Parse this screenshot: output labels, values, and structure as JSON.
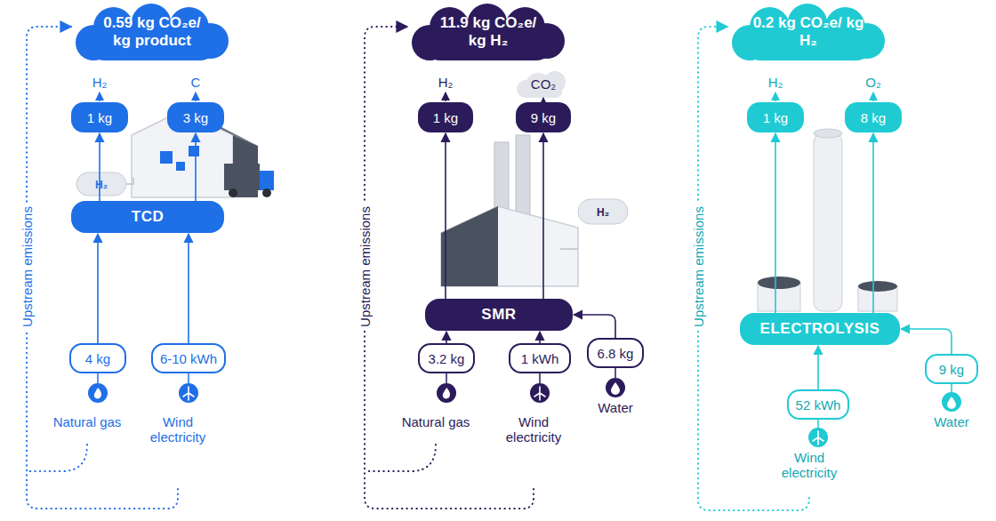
{
  "diagram": {
    "nodes": [
      {
        "text": [
          "0.59 kg CO₂e/ kg product"
        ]
      },
      {
        "text": [
          "1 kg"
        ]
      },
      {
        "text": [
          "3 kg"
        ]
      },
      {
        "text": [
          "TCD"
        ]
      },
      {
        "text": [
          "4 kg"
        ]
      },
      {
        "text": [
          "6-10 kWh"
        ]
      },
      {
        "text": [
          "11.9 kg CO₂e/ kg H₂"
        ]
      },
      {
        "text": [
          "1 kg"
        ]
      },
      {
        "text": [
          "9 kg"
        ]
      },
      {
        "text": [
          "SMR"
        ]
      },
      {
        "text": [
          "3.2 kg"
        ]
      },
      {
        "text": [
          "1 kWh"
        ]
      },
      {
        "text": [
          "6.8 kg"
        ]
      },
      {
        "text": [
          "0.2 kg CO₂e/ kg H₂"
        ]
      },
      {
        "text": [
          "1 kg"
        ]
      },
      {
        "text": [
          "8 kg"
        ]
      },
      {
        "text": [
          "ELECTROLYSIS"
        ]
      },
      {
        "text": [
          "52 kWh"
        ]
      },
      {
        "text": [
          "9 kg"
        ]
      }
    ],
    "edges": [
      {
        "from": 4,
        "to": 3,
        "arrow": "to"
      },
      {
        "from": 5,
        "to": 3,
        "arrow": "to"
      },
      {
        "from": 3,
        "to": 1,
        "arrow": "to"
      },
      {
        "from": 3,
        "to": 2,
        "arrow": "to"
      },
      {
        "from": 10,
        "to": 9,
        "arrow": "to"
      },
      {
        "from": 11,
        "to": 9,
        "arrow": "to"
      },
      {
        "from": 12,
        "to": 9,
        "arrow": "to"
      },
      {
        "from": 9,
        "to": 7,
        "arrow": "to"
      },
      {
        "from": 9,
        "to": 8,
        "arrow": "to"
      },
      {
        "from": 17,
        "to": 16,
        "arrow": "to"
      },
      {
        "from": 18,
        "to": 16,
        "arrow": "to"
      },
      {
        "from": 16,
        "to": 14,
        "arrow": "to"
      },
      {
        "from": 16,
        "to": 15,
        "arrow": "to"
      }
    ],
    "labels": [
      "Upstream emissions",
      "H₂",
      "C",
      "Natural gas",
      "Wind electricity",
      "H₂",
      "Upstream emissions",
      "H₂",
      "CO₂",
      "Natural gas",
      "Wind electricity",
      "Water",
      "H₂",
      "Upstream emissions",
      "H₂",
      "O₂",
      "Wind electricity",
      "Water"
    ]
  }
}
